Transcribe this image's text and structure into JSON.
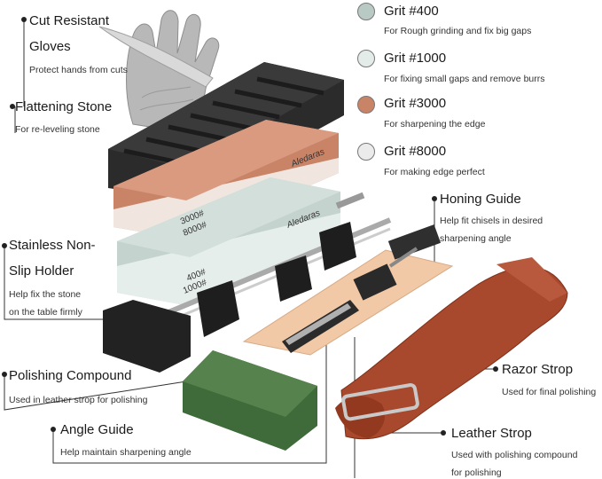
{
  "grits": [
    {
      "title": "Grit #400",
      "desc": "For Rough grinding and fix big gaps",
      "color": "#b9c9c3"
    },
    {
      "title": "Grit #1000",
      "desc": "For fixing small gaps and remove burrs",
      "color": "#e3ece9"
    },
    {
      "title": "Grit #3000",
      "desc": "For sharpening the edge",
      "color": "#c98468"
    },
    {
      "title": "Grit #8000",
      "desc": "For making edge perfect",
      "color": "#ebebeb"
    }
  ],
  "callouts": {
    "gloves": {
      "title1": "Cut Resistant",
      "title2": "Gloves",
      "desc": "Protect hands from cuts"
    },
    "flattening": {
      "title": "Flattening Stone",
      "desc": "For re-leveling stone"
    },
    "holder": {
      "title1": "Stainless Non-",
      "title2": "Slip Holder",
      "desc1": "Help fix the stone",
      "desc2": "on the table firmly"
    },
    "polishing": {
      "title": "Polishing Compound",
      "desc": "Used in leather strop for polishing"
    },
    "angle": {
      "title": "Angle Guide",
      "desc": "Help maintain sharpening angle"
    },
    "honing": {
      "title": "Honing Guide",
      "desc1": "Help fit chisels in desired",
      "desc2": "sharpening angle"
    },
    "razor": {
      "title": "Razor Strop",
      "desc": "Used for final polishing"
    },
    "leather": {
      "title": "Leather Strop",
      "desc1": "Used with polishing compound",
      "desc2": "for polishing"
    }
  },
  "stone_marks": {
    "brand": "Aledaras",
    "grit_top_a": "3000#",
    "grit_top_b": "8000#",
    "grit_bottom_a": "400#",
    "grit_bottom_b": "1000#"
  }
}
